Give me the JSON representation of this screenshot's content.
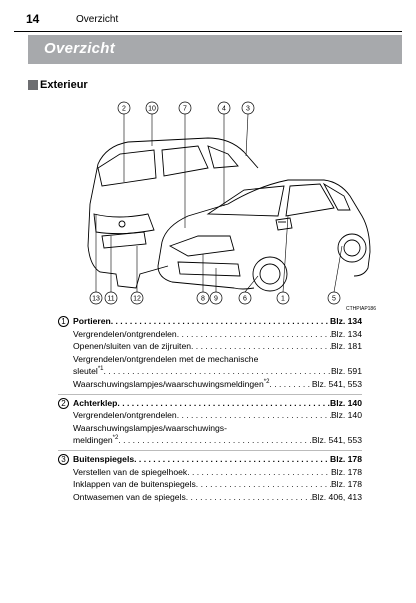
{
  "header": {
    "page_number": "14",
    "section": "Overzicht"
  },
  "title": "Overzicht",
  "section_heading": "Exterieur",
  "illustration": {
    "code": "CTHPIAP186",
    "callouts_top": [
      "2",
      "10",
      "7",
      "4",
      "3"
    ],
    "callouts_bottom": [
      "13",
      "11",
      "12",
      "8",
      "9",
      "6",
      "1",
      "5"
    ]
  },
  "entries": [
    {
      "num": "1",
      "title": "Portieren",
      "title_page": "Blz. 134",
      "items": [
        {
          "label": "Vergrendelen/ontgrendelen",
          "page": "Blz. 134"
        },
        {
          "label": "Openen/sluiten van de zijruiten",
          "page": "Blz. 181"
        },
        {
          "label_line1": "Vergrendelen/ontgrendelen met de mechanische",
          "label": "sleutel",
          "sup": "*1",
          "page": "Blz. 591"
        },
        {
          "label": "Waarschuwingslampjes/waarschuwingsmeldingen",
          "sup": "*2",
          "page": "Blz. 541, 553"
        }
      ]
    },
    {
      "num": "2",
      "title": "Achterklep",
      "title_page": "Blz. 140",
      "items": [
        {
          "label": "Vergrendelen/ontgrendelen",
          "page": "Blz. 140"
        },
        {
          "label_line1": "Waarschuwingslampjes/waarschuwings-",
          "label": "meldingen",
          "sup": "*2",
          "page": "Blz. 541, 553"
        }
      ]
    },
    {
      "num": "3",
      "title": "Buitenspiegels",
      "title_page": "Blz. 178",
      "items": [
        {
          "label": "Verstellen van de spiegelhoek",
          "page": "Blz. 178"
        },
        {
          "label": "Inklappen van de buitenspiegels",
          "page": "Blz. 178"
        },
        {
          "label": "Ontwasemen van de spiegels",
          "page": "Blz. 406, 413"
        }
      ]
    }
  ]
}
